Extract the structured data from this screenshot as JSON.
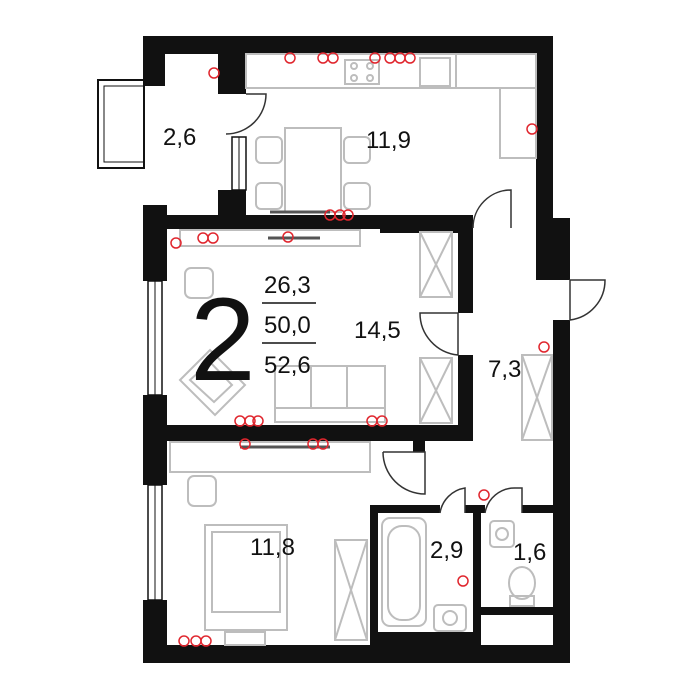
{
  "plan": {
    "room_count": "2",
    "living_area": "26,3",
    "total_area": "50,0",
    "total_area_with_balcony": "52,6",
    "rooms": {
      "balcony": "2,6",
      "kitchen": "11,9",
      "living_room": "14,5",
      "hallway": "7,3",
      "bedroom": "11,8",
      "bathroom": "2,9",
      "toilet": "1,6"
    }
  },
  "colors": {
    "wall": "#111111",
    "furniture": "#bdbdbd",
    "socket": "#e0262e",
    "background": "#ffffff"
  }
}
